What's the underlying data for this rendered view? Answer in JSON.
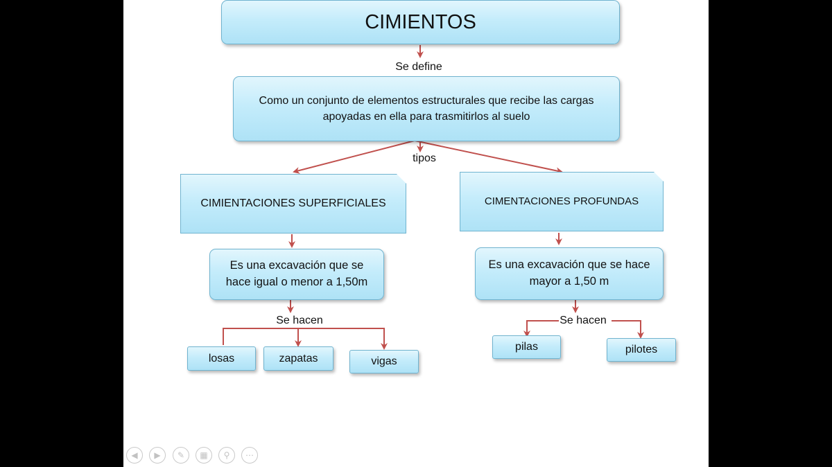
{
  "title": "CIMIENTOS",
  "link_define": "Se define",
  "definition": "Como un conjunto de elementos estructurales  que recibe las cargas apoyadas en ella para trasmitirlos al suelo",
  "link_tipos": "tipos",
  "left": {
    "heading": "CIMIENTACIONES SUPERFICIALES",
    "description": "Es una excavación que se hace igual o menor  a  1,50m",
    "link": "Se hacen",
    "items": [
      "losas",
      "zapatas",
      "vigas"
    ]
  },
  "right": {
    "heading": "CIMENTACIONES PROFUNDAS",
    "description": "Es una excavación  que se hace mayor a 1,50 m",
    "link": "Se hacen",
    "items": [
      "pilas",
      "pilotes"
    ]
  },
  "colors": {
    "arrow": "#c0504d",
    "box_border": "#6fb3cf",
    "box_fill": "#c4ecfb"
  },
  "nav_icons": [
    "previous-icon",
    "next-icon",
    "pen-icon",
    "slides-icon",
    "zoom-icon",
    "more-icon"
  ]
}
